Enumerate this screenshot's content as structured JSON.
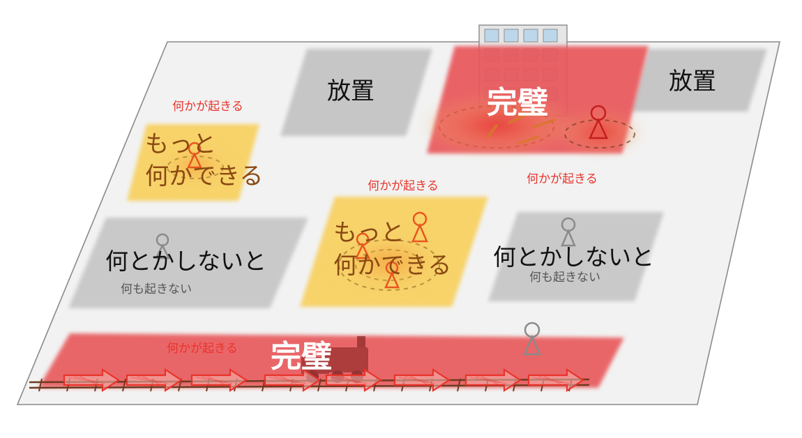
{
  "zones": {
    "neglect_1": "放置",
    "neglect_2": "放置",
    "perfect_top": "完璧",
    "perfect_bottom": "完璧",
    "more_left_line1": "もっと",
    "more_left_line2": "何かできる",
    "more_center_line1": "もっと",
    "more_center_line2": "何かできる",
    "must_left": "何とかしないと",
    "must_right": "何とかしないと"
  },
  "annotations": {
    "happens_left": "何かが起きる",
    "happens_center": "何かが起きる",
    "happens_right": "何かが起きる",
    "happens_bottom": "何かが起きる",
    "nothing_left": "何も起きない",
    "nothing_right": "何も起きない"
  },
  "colors": {
    "board": "#f2f2f2",
    "gray_zone": "#c6c6c6",
    "yellow_zone": "#f7d36b",
    "red_zone": "#e8575a",
    "red_text": "#e8332a",
    "brown_text": "#8a4a12"
  },
  "icons": {
    "building": "office-building-icon",
    "train": "locomotive-icon",
    "person": "person-icon"
  }
}
